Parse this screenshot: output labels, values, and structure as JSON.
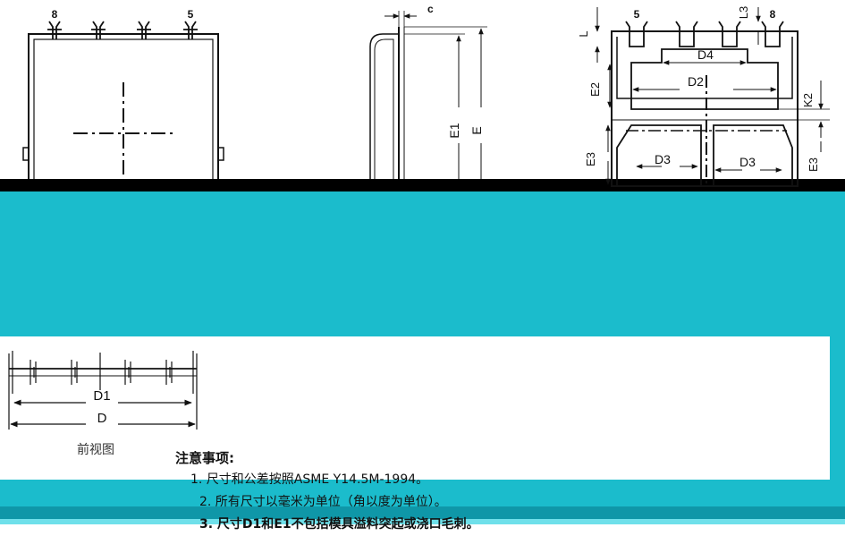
{
  "colors": {
    "line": "#111111",
    "band": "#1bbccc",
    "band_dark": "#0f97a8",
    "band_light": "#6fe0ea",
    "black_bar": "#000000"
  },
  "top_view": {
    "pin_left": "8",
    "pin_right": "5"
  },
  "side_view": {
    "c": "c",
    "e1": "E1",
    "e": "E"
  },
  "bottom_view": {
    "pin_left": "5",
    "pin_right": "8",
    "L": "L",
    "L3": "L3",
    "D4": "D4",
    "D2": "D2",
    "E2": "E2",
    "K2": "K2",
    "E3_left": "E3",
    "E3_right": "E3",
    "D3_left": "D3",
    "D3_right": "D3"
  },
  "front_view": {
    "D1": "D1",
    "D": "D",
    "caption": "前视图"
  },
  "notes": {
    "heading": "注意事项:",
    "items": [
      "1. 尺寸和公差按照ASME Y14.5M-1994。",
      "2. 所有尺寸以毫米为单位（角以度为单位）。",
      "3. 尺寸D1和E1不包括模具溢料突起或浇口毛刺。"
    ]
  }
}
